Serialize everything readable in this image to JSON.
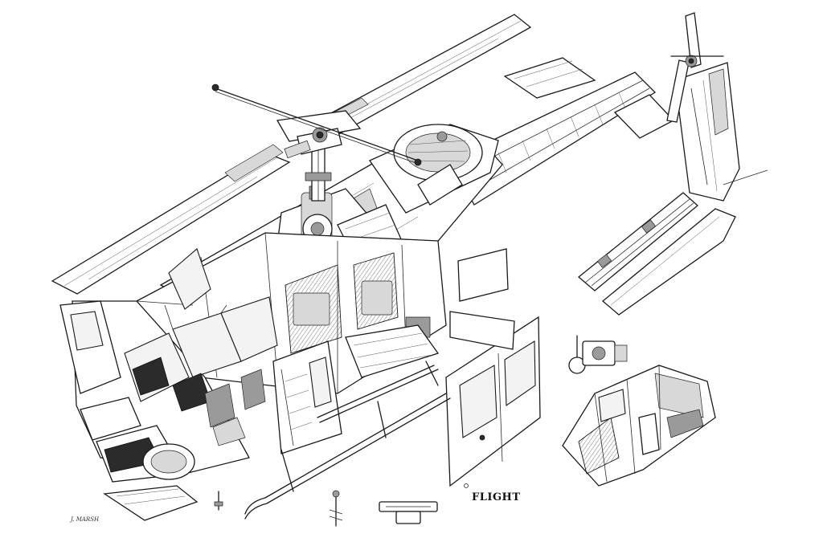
{
  "logo": {
    "text": "FLIGHT",
    "mark": "circle-mark"
  },
  "signature": {
    "text": "J. MARSH"
  }
}
